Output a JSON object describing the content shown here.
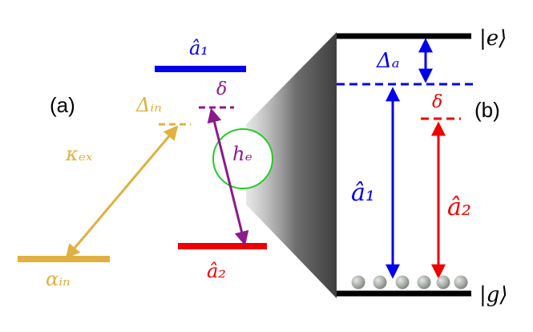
{
  "panel_labels": {
    "a": "(a)",
    "b": "(b)"
  },
  "left_diagram": {
    "mode_a1": {
      "label": "â₁",
      "color": "#0000ee"
    },
    "mode_a2": {
      "label": "â₂",
      "color": "#ee0000"
    },
    "detuning_delta": {
      "label": "δ",
      "color": "#8b1a8b"
    },
    "detuning_in": {
      "label": "Δᵢₙ",
      "color": "#e0b040"
    },
    "coupling_kappa": {
      "label": "κₑₓ",
      "color": "#e0b040"
    },
    "drive_alpha": {
      "label": "αᵢₙ",
      "color": "#e0b040"
    },
    "coupling_he": {
      "label": "hₑ",
      "color": "#8b1a8b"
    },
    "zoom_circle_color": "#22cc22"
  },
  "right_diagram": {
    "excited_state": {
      "label": "|e⟩"
    },
    "ground_state": {
      "label": "|g⟩"
    },
    "detuning_a": {
      "label": "Δₐ",
      "color": "#0000ee"
    },
    "detuning_delta": {
      "label": "δ",
      "color": "#ee0000"
    },
    "transition_a1": {
      "label": "â₁",
      "color": "#0000ee"
    },
    "transition_a2": {
      "label": "â₂",
      "color": "#ee0000"
    },
    "atom_count": 6
  }
}
